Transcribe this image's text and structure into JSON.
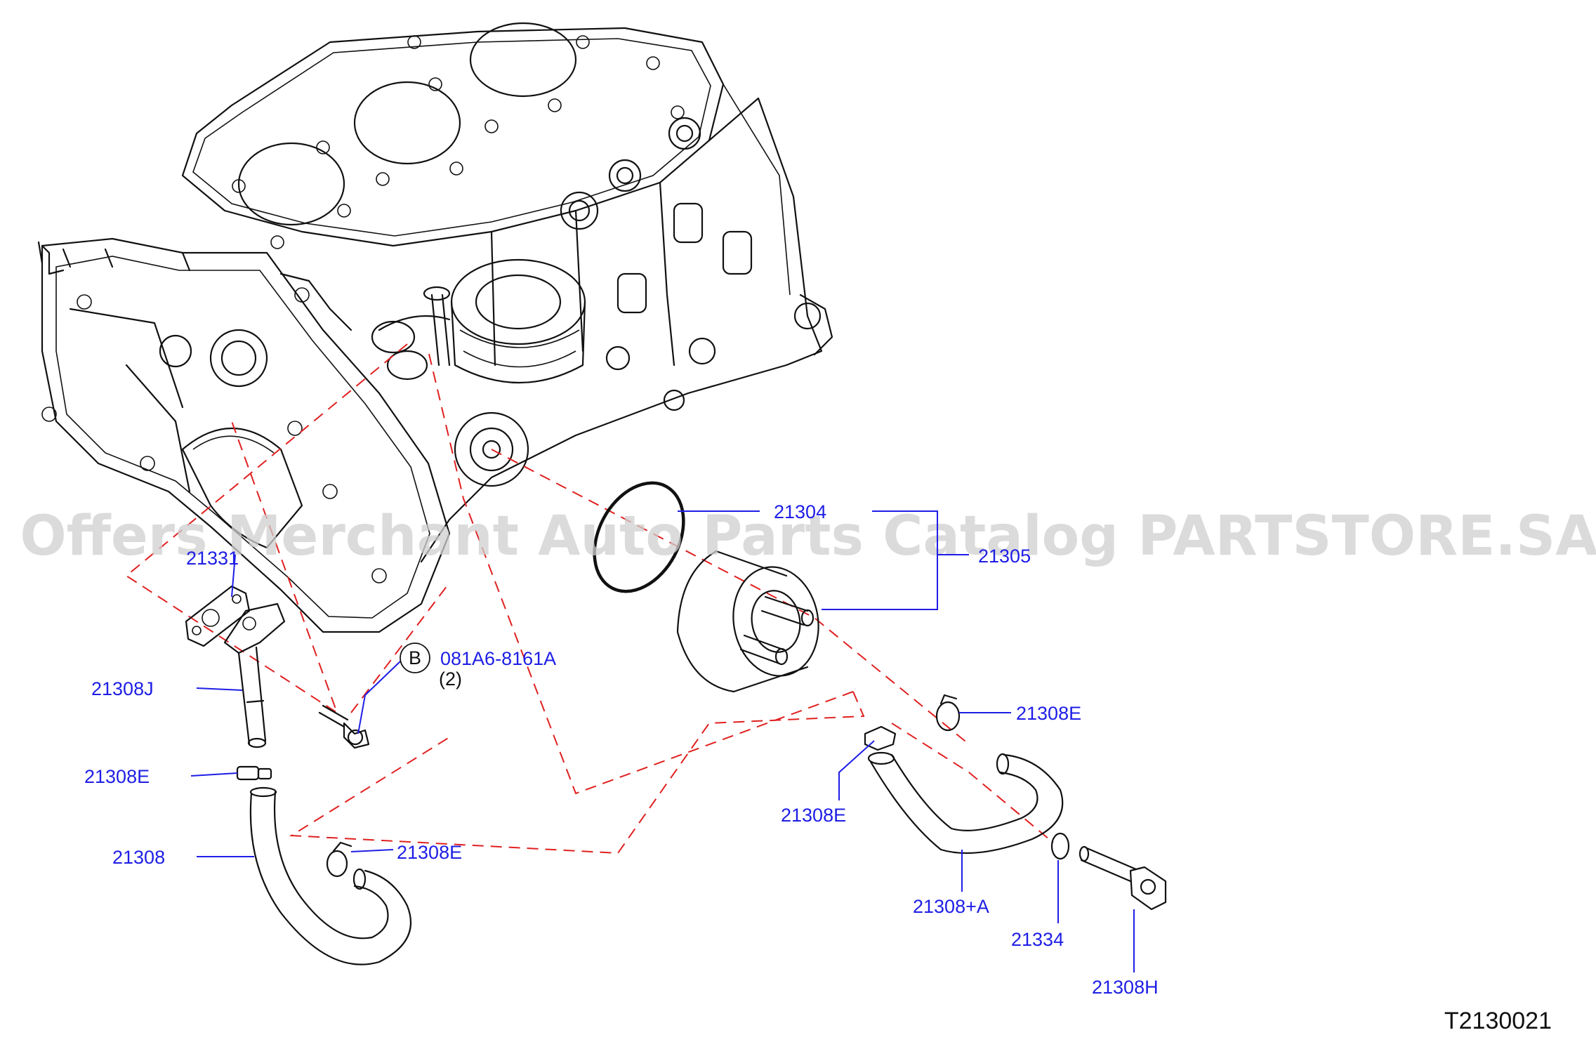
{
  "diagram": {
    "drawing_number": "T2130021",
    "watermark": "Offers Merchant Auto Parts Catalog PARTSTORE.SA",
    "reference_marker": "B",
    "parts": {
      "p21304": "21304",
      "p21305": "21305",
      "p21331": "21331",
      "p081A6": "081A6-8161A",
      "qty_note": "(2)",
      "p21308J": "21308J",
      "p21308E_left": "21308E",
      "p21308": "21308",
      "p21308E_clamp": "21308E",
      "p21308E_right": "21308E",
      "p21308E_lower": "21308E",
      "p21308A": "21308+A",
      "p21334": "21334",
      "p21308H": "21308H"
    },
    "colors": {
      "label": "#1e1ee6",
      "centerline": "#e02020",
      "linework": "#111111"
    }
  }
}
